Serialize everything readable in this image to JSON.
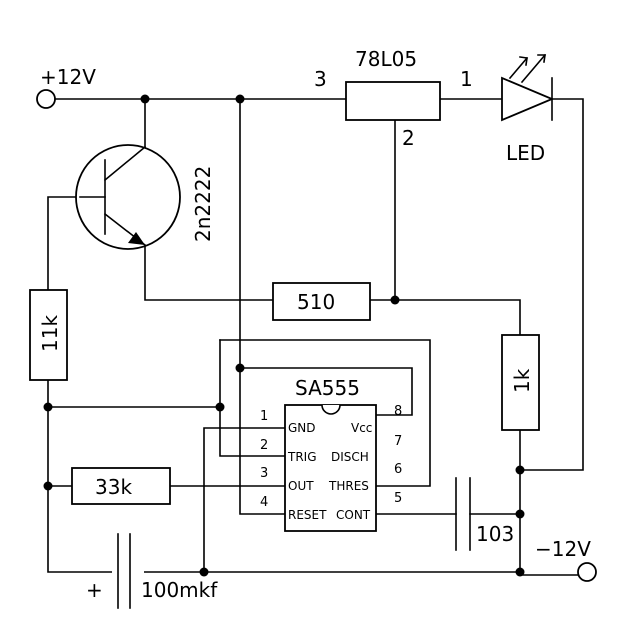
{
  "labels": {
    "supply_positive": "+12V",
    "supply_negative": "−12V",
    "transistor": "2n2222",
    "regulator": "78L05",
    "regulator_pin_in": "3",
    "regulator_pin_out": "1",
    "regulator_pin_gnd": "2",
    "led": "LED",
    "r_base": "11k",
    "r_emitter": "510",
    "r_trigger": "33k",
    "r_load": "1k",
    "cap_small": "103",
    "cap_large": "100mkf",
    "cap_large_polarity": "+",
    "ic_name": "SA555"
  },
  "ic_pins_left": [
    {
      "num": "1",
      "name": "GND"
    },
    {
      "num": "2",
      "name": "TRIG"
    },
    {
      "num": "3",
      "name": "OUT"
    },
    {
      "num": "4",
      "name": "RESET"
    }
  ],
  "ic_pins_right": [
    {
      "num": "8",
      "name": "Vcc"
    },
    {
      "num": "7",
      "name": "DISCH"
    },
    {
      "num": "6",
      "name": "THRES"
    },
    {
      "num": "5",
      "name": "CONT"
    }
  ]
}
